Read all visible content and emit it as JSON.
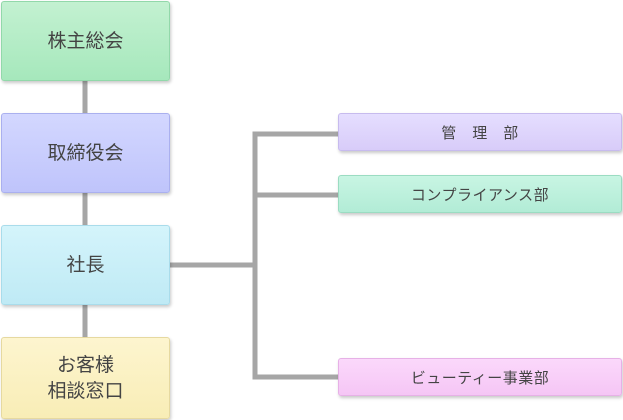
{
  "org_chart": {
    "main_chain": {
      "shareholders_meeting": "株主総会",
      "board_of_directors": "取締役会",
      "president": "社長",
      "customer_consultation": {
        "line1": "お客様",
        "line2": "相談窓口"
      }
    },
    "departments": {
      "administration": "管　理　部",
      "compliance": "コンプライアンス部",
      "beauty_business": "ビューティー事業部"
    },
    "colors": {
      "connector": "#a6a6a6",
      "shareholders_meeting": "#b5edc7",
      "board_of_directors": "#c9cdfd",
      "president": "#c9eff8",
      "customer_consultation": "#fbf1c3",
      "administration": "#ded5fc",
      "compliance": "#bdf0dc",
      "beauty_business": "#f8cff8"
    }
  }
}
